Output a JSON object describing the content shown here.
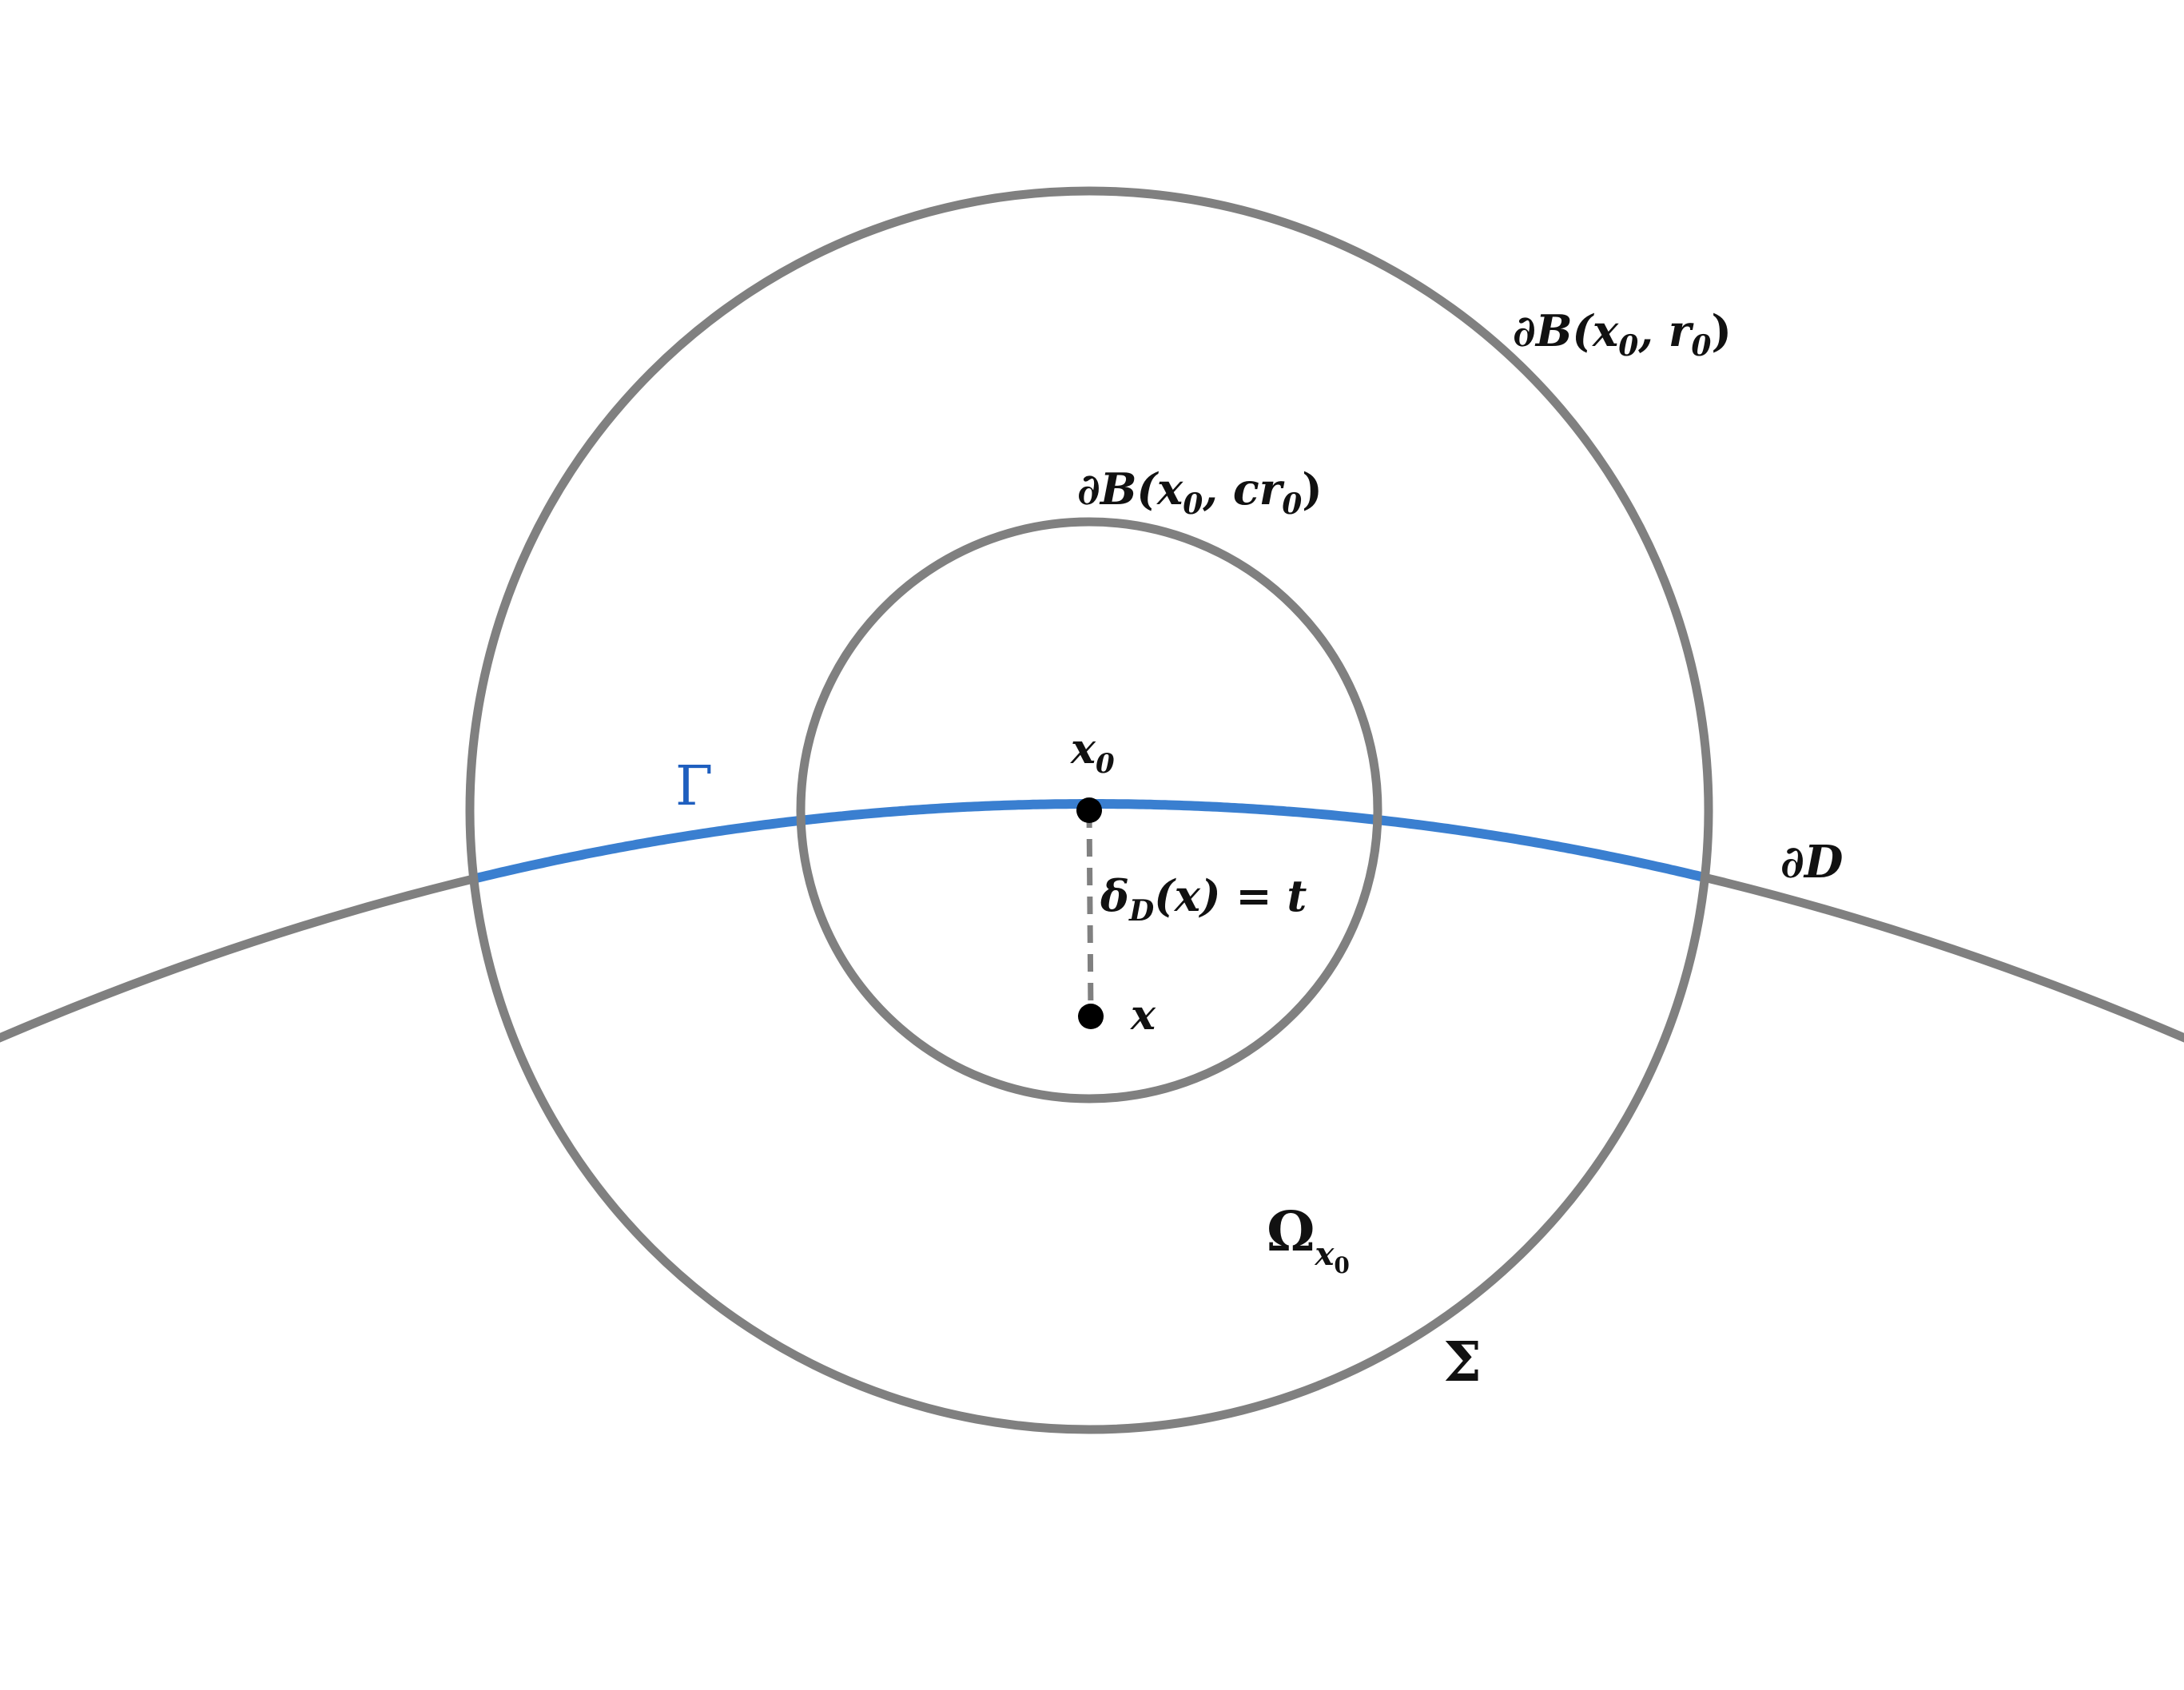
{
  "diagram": {
    "labels": {
      "outer_ball": {
        "pre": "∂B(x",
        "sub": "0",
        "mid": ", r",
        "sub2": "0",
        "post": ")"
      },
      "inner_ball": {
        "pre": "∂B(x",
        "sub": "0",
        "mid": ", cr",
        "sub2": "0",
        "post": ")"
      },
      "center_point": {
        "pre": "x",
        "sub": "0"
      },
      "distance": {
        "pre": "δ",
        "sub": "D",
        "post": "(x) = t"
      },
      "point": "x",
      "boundary_gamma": "Γ",
      "boundary_d": "∂D",
      "region": {
        "pre": "Ω",
        "sub": "x",
        "sub2": "0"
      },
      "sigma": "Σ"
    },
    "colors": {
      "circle_stroke": "#808080",
      "boundary_stroke": "#808080",
      "gamma_stroke": "#3a7fd0",
      "gamma_label": "#1f5fbf",
      "point_fill": "#000000",
      "text": "#111111"
    }
  }
}
